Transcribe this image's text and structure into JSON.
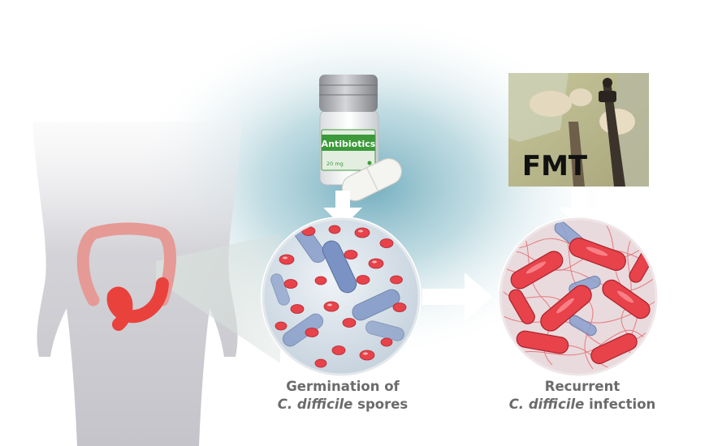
{
  "bottle": {
    "label": "Antibiotics",
    "dose": "20 mg"
  },
  "fmt": {
    "label": "FMT"
  },
  "captions": {
    "germination": {
      "line1": "Germination of",
      "species": "C. difficile",
      "suffix": "spores"
    },
    "recurrent": {
      "line1": "Recurrent",
      "species": "C. difficile",
      "suffix": "infection"
    }
  },
  "colors": {
    "background": "#ffffff",
    "body_silhouette": "#cfcfd3",
    "colon": "#e0827f",
    "colon_highlight": "#e8473f",
    "glow": "#6fb0c0",
    "spore": "#e8424a",
    "commensal": "#7a92c4",
    "petri_bg": "#dde6ee",
    "arrow": "#ffffff",
    "caption": "#6b6b6b",
    "bottle_label": "#3c9a3a",
    "fmt_text": "#111111"
  },
  "icons": [
    "human-body-silhouette-icon",
    "colon-icon",
    "antibiotic-bottle-icon",
    "pill-icon",
    "fmt-procedure-photo-icon",
    "spores-magnified-icon",
    "infection-magnified-icon",
    "arrow-down-icon",
    "arrow-right-icon"
  ]
}
